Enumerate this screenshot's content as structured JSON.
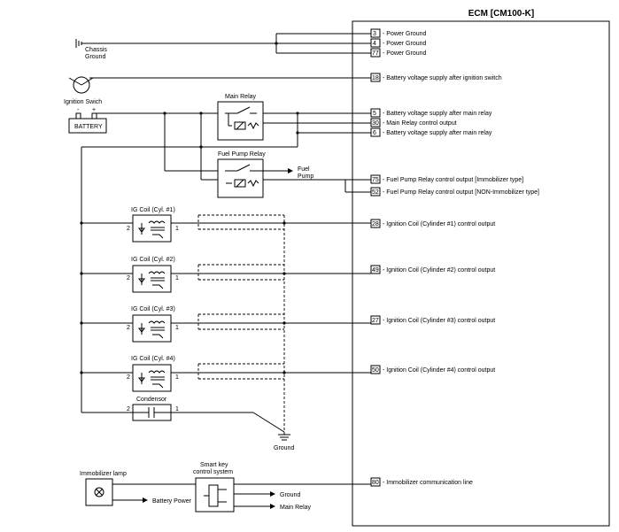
{
  "ecm": {
    "title": "ECM [CM100-K]",
    "pins": [
      {
        "num": "3",
        "desc": "- Power Ground"
      },
      {
        "num": "4",
        "desc": "- Power Ground"
      },
      {
        "num": "77",
        "desc": "- Power Ground"
      },
      {
        "num": "18",
        "desc": "- Battery voltage supply after ignition switch"
      },
      {
        "num": "5",
        "desc": "- Battery voltage supply after main relay"
      },
      {
        "num": "30",
        "desc": "- Main Relay control output"
      },
      {
        "num": "6",
        "desc": "- Battery voltage supply after main relay"
      },
      {
        "num": "75",
        "desc": "- Fuel Pump Relay control output [Immobilizer type]"
      },
      {
        "num": "52",
        "desc": "- Fuel Pump Relay control output [NON-Immobilizer type]"
      },
      {
        "num": "28",
        "desc": "- Ignition Coil (Cylinder #1) control output"
      },
      {
        "num": "49",
        "desc": "- Ignition Coil (Cylinder #2) control output"
      },
      {
        "num": "27",
        "desc": "- Ignition Coil (Cylinder #3) control output"
      },
      {
        "num": "50",
        "desc": "- Ignition Coil (Cylinder #4) control output"
      },
      {
        "num": "80",
        "desc": "- Immobilizer communication line"
      }
    ]
  },
  "components": {
    "chassis_ground": [
      "Chassis",
      "Ground"
    ],
    "ignition_switch": "Ignition Swich",
    "battery": "BATTERY",
    "battery_minus": "-",
    "battery_plus": "+",
    "main_relay": "Main Relay",
    "fuel_pump_relay": "Fuel Pump Relay",
    "fuel_pump": [
      "Fuel",
      "Pump"
    ],
    "ig_coils": [
      "IG Coil (Cyl. #1)",
      "IG Coil (Cyl. #2)",
      "IG Coil (Cyl. #3)",
      "IG Coil (Cyl. #4)"
    ],
    "coil_pin_left": "2",
    "coil_pin_right": "1",
    "condensor": "Condensor",
    "ground": "Ground",
    "immobilizer_lamp": "Immobilizer lamp",
    "battery_power": "Battery Power",
    "smart_key": [
      "Smart key",
      "control system"
    ],
    "sk_ground": "Ground",
    "sk_main_relay": "Main Relay"
  }
}
